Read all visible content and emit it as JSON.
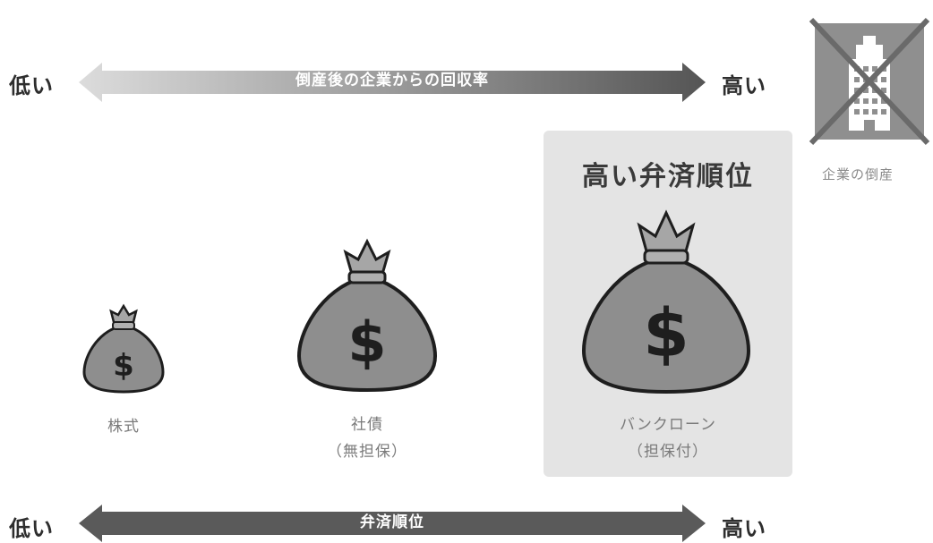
{
  "top_axis": {
    "left_label": "低い",
    "right_label": "高い",
    "arrow_text": "倒産後の企業からの回収率"
  },
  "bottom_axis": {
    "left_label": "低い",
    "right_label": "高い",
    "arrow_text": "弁済順位"
  },
  "highlight": {
    "title": "高い弁済順位"
  },
  "bags": [
    {
      "line1": "株式",
      "line2": "",
      "symbol": "$"
    },
    {
      "line1": "社債",
      "line2": "（無担保）",
      "symbol": "$"
    },
    {
      "line1": "バンクローン",
      "line2": "（担保付）",
      "symbol": "$"
    }
  ],
  "bankruptcy": {
    "caption": "企業の倒産"
  },
  "colors": {
    "top_arrow_light": "#dcdcdc",
    "top_arrow_dark": "#555555",
    "bottom_arrow": "#5a5a5a",
    "bag_fill": "#8e8e8e",
    "bag_outline": "#1e1e1e",
    "highlight_bg": "#e4e4e4"
  }
}
